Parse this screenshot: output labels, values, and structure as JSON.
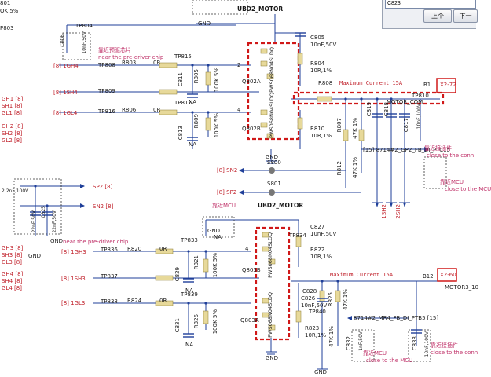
{
  "colors": {
    "wire": "#1f3f99",
    "net_red": "#c0202a",
    "annotation": "#c0336a",
    "highlight_box": "#d01818",
    "component": "#e7d99a"
  },
  "find_dialog": {
    "search_value": "C823",
    "prev_label": "上个",
    "next_label": "下一"
  },
  "left_nets": {
    "top": [
      "801",
      "OK 5%",
      "P803"
    ],
    "h_group1": [
      "GH1 [8]",
      "SH1 [8]",
      "GL1 [8]"
    ],
    "h_group2": [
      "GH2 [8]",
      "SH2 [8]",
      "GL2 [8]"
    ],
    "h_group3": [
      "GH3 [8]",
      "SH3 [8]",
      "GL3 [8]"
    ],
    "h_group4": [
      "GH4 [8]",
      "SH4 [8]",
      "GL4 [8]"
    ],
    "cap_left": "2.2nF,100V"
  },
  "upper": {
    "net_ubd2": "UBD2_MOTOR",
    "near_driver_cn": "靠近预驱芯片",
    "near_driver_en": "near the pre-driver chip",
    "tp804": "TP804",
    "tp808": "TP808",
    "tp815": "TP815",
    "tp809": "TP809",
    "tp816": "TP816",
    "tp817": "TP817",
    "tp810": "TP810",
    "gnd": "GND",
    "c806": "C806",
    "c806_val": "10nF,50V",
    "in_1gh4": "[8] 1GH4",
    "in_1sh4": "[8] 1SH4",
    "in_1gl4": "[8] 1GL4",
    "r803": "R803",
    "r803_val": "0R",
    "r806": "R806",
    "r806_val": "0R",
    "r805": "R805",
    "r805_val": "100K 5%",
    "r809": "R809",
    "r809_val": "100K 5%",
    "c811": "C811",
    "c813": "C813",
    "na": "NA",
    "q802a": "Q802A",
    "q802b": "Q802B",
    "mosfet_pn": "PWS068N04SLDQ",
    "pin2": "2",
    "pin4": "4",
    "c805": "C805",
    "c805_val": "10nF,50V",
    "r804": "R804",
    "r804_val": "10R,1%",
    "r808": "R808",
    "max_current": "Maximum Current 15A",
    "b1": "B1",
    "x272": "X2-72",
    "motor_com": "MOTOR_COM",
    "r810": "R810",
    "r810_val": "10R,1%",
    "r807": "R807",
    "r807_val": "47K 1%",
    "r812": "R812",
    "r812_val": "47K 1%",
    "c819": "C819",
    "c818": "C818",
    "c817": "C817",
    "c817_val": "10nF,100V",
    "fb_gp2": "[15]  8714#2_GP2_FB_DI_PTC15",
    "sn2": "SN2",
    "sp2": "SP2",
    "s800": "S800",
    "s801": "S801",
    "sn2_in": "[8] SN2",
    "sp2_in": "[8] SP2",
    "r1sh2": "1SH2",
    "r2sh2": "2SH2",
    "near_mcu_cn": "靠近MCU",
    "near_mcu_en": "close to the MCU",
    "near_conn_cn": "靠近接插件",
    "near_conn_en": "close to the conn"
  },
  "lower": {
    "sp2_left": "SP2 [8]",
    "sn2_left": "SN2 [8]",
    "c824": "C824",
    "c824_val": "22nF,50V",
    "c825": "C825",
    "c825_val": "22nF,50V",
    "net_ubd2": "UBD2_MOTOR",
    "near_driver_cn": "靠近MCU",
    "near_driver_en": "near the pre-driver chip",
    "tp833": "TP833",
    "tp836": "TP836",
    "tp837": "TP837",
    "tp838": "TP838",
    "tp839": "TP839",
    "tp834": "TP834",
    "tp840": "TP840",
    "in_1gh3": "[8] 1GH3",
    "in_1sh3": "[8] 1SH3",
    "in_1gl3": "[8] 1GL3",
    "r820": "R820",
    "r820_val": "0R",
    "r824": "R824",
    "r824_val": "0R",
    "r821": "R821",
    "r821_val": "100K 5%",
    "r826": "R826",
    "r826_val": "100K 5%",
    "c829": "C829",
    "c831": "C831",
    "na": "NA",
    "q803b": "Q803B",
    "q803a": "Q803A",
    "mosfet_pn": "PWS068N04SLDQ",
    "c827": "C827",
    "c827_val": "10nF,50V",
    "r822": "R822",
    "r822_val": "10R,1%",
    "c826": "C826",
    "c826_val": "10nF,50V",
    "c828": "C828",
    "max_current": "Maximum Current 15A",
    "b12": "B12",
    "x260": "X2-60",
    "motor": "MOTOR3_10",
    "r825": "R825",
    "r825_val": "47K 1%",
    "r823": "R823",
    "r823_val": "10R,1%",
    "c832": "C832",
    "c832_val": "1nF,50V",
    "c833": "C833",
    "c833_val": "10nF,100V",
    "fb_mr4": "8714#2_MR4_FB_DI_PTB5  [15]",
    "gnd": "GND",
    "pin4": "4",
    "near_mcu_cn": "靠近MCU",
    "near_mcu_en": "close to the MCU",
    "near_conn_cn": "靠近接插件",
    "near_conn_en": "close to the conn"
  }
}
